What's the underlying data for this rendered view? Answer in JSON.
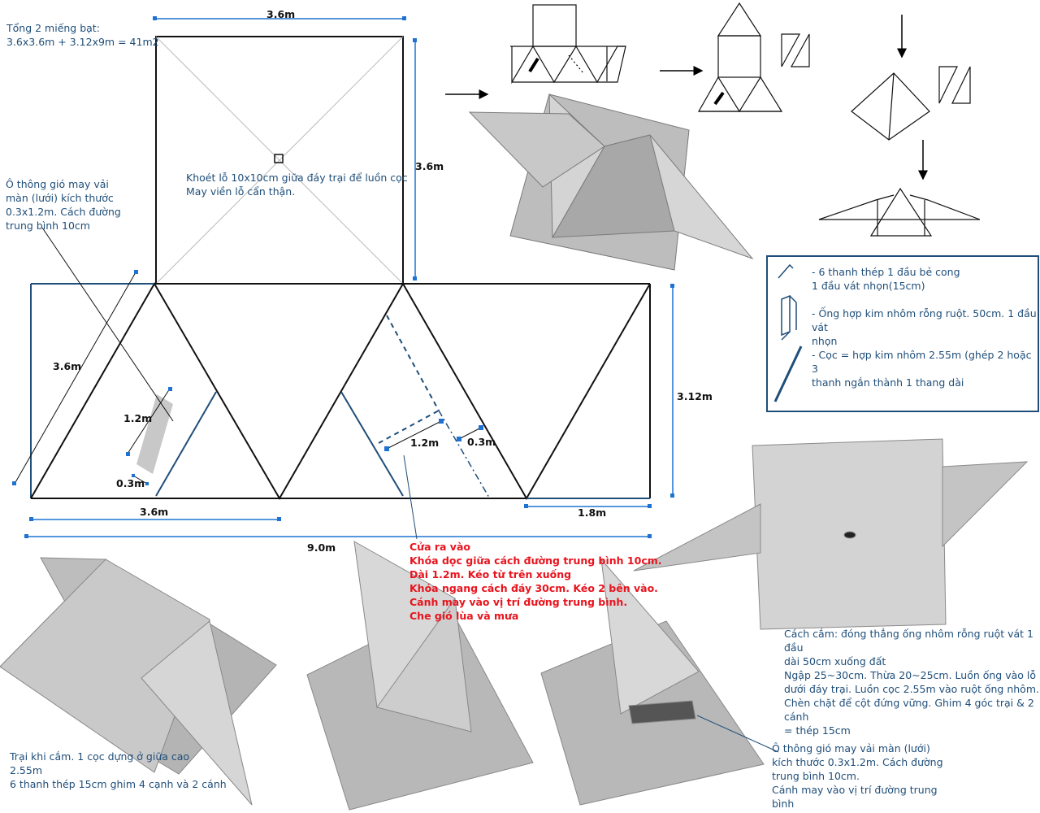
{
  "notes": {
    "total_fabric": "Tổng 2 miếng bạt:\n3.6x3.6m + 3.12x9m = 41m2",
    "vent_left": "Ô thông gió may vải\nmàn (lưới) kích thước\n0.3x1.2m. Cách đường\ntrung bình 10cm",
    "center_hole": "Khoét lỗ 10x10cm giữa đáy trại để luồn cọc\nMay viền lỗ cẩn thận.",
    "door": "Cửa ra vào\nKhóa dọc giữa cách đường trung bình 10cm.\nDài 1.2m. Kéo từ trên xuống\nKhóa ngang cách đáy 30cm. Kéo 2 bên vào.\nCánh may vào vị trí đường trung bình.\nChe gió lùa và mưa",
    "pitched_tent": "Trại khi cắm. 1 cọc dựng ở giữa cao\n2.55m\n6 thanh thép 15cm ghim 4 cạnh và 2 cánh",
    "setup_method": "Cách cắm: đóng thẳng ống nhôm rỗng ruột vát 1 đầu\ndài 50cm xuống đất\nNgập 25~30cm. Thừa 20~25cm. Luồn ống vào lỗ\ndưới đáy trại. Luồn cọc 2.55m vào ruột ống nhôm.\nChèn chặt để cột đứng vững. Ghim 4 góc trại & 2 cánh\n= thép 15cm",
    "vent_right": "Ô thông gió may vải màn (lưới)\nkích thước 0.3x1.2m. Cách đường\ntrung bình 10cm.\nCánh may vào vị trí đường trung\nbình"
  },
  "dimensions": {
    "top_width": "3.6m",
    "top_height": "3.6m",
    "left_side": "3.6m",
    "vent_len_left": "1.2m",
    "vent_w_left": "0.3m",
    "door_len": "1.2m",
    "door_w": "0.3m",
    "rect_height": "3.12m",
    "bottom_seg": "3.6m",
    "wing": "1.8m",
    "total_len": "9.0m"
  },
  "legend": {
    "item1": "- 6 thanh thép 1 đầu bẻ cong\n1 đầu vát nhọn(15cm)",
    "item2": "- Ống hợp kim nhôm rỗng ruột. 50cm. 1 đầu vát\nnhọn",
    "item3": "- Cọc = hợp kim nhôm 2.55m (ghép 2 hoặc 3\nthanh ngắn thành 1 thang dài"
  },
  "colors": {
    "annotation": "#1f4e79",
    "door_note": "#e8141e",
    "lines": "#111111",
    "model": "#a9a9a9"
  }
}
